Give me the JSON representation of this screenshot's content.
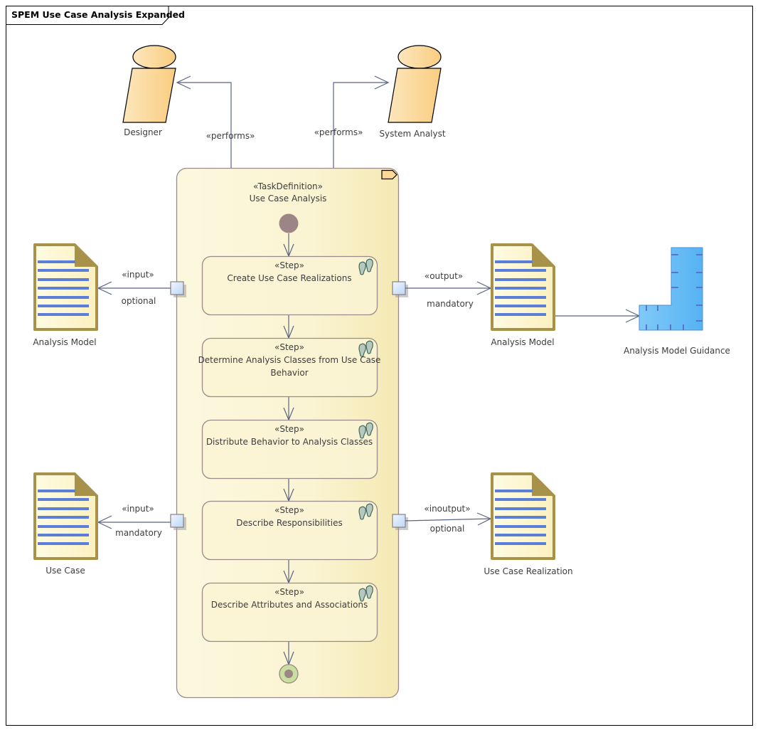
{
  "diagram": {
    "title": "SPEM Use Case Analysis Expanded"
  },
  "roles": [
    {
      "name": "Designer",
      "connector_label": "«performs»"
    },
    {
      "name": "System Analyst",
      "connector_label": "«performs»"
    }
  ],
  "task": {
    "stereotype": "«TaskDefinition»",
    "name": "Use Case Analysis",
    "steps": [
      {
        "stereotype": "«Step»",
        "lines": [
          "Create Use Case Realizations"
        ]
      },
      {
        "stereotype": "«Step»",
        "lines": [
          "Determine Analysis Classes from Use Case",
          "Behavior"
        ]
      },
      {
        "stereotype": "«Step»",
        "lines": [
          "Distribute Behavior to Analysis Classes"
        ]
      },
      {
        "stereotype": "«Step»",
        "lines": [
          "Describe Responsibilities"
        ]
      },
      {
        "stereotype": "«Step»",
        "lines": [
          "Describe Attributes and Associations"
        ]
      }
    ]
  },
  "work_products": [
    {
      "name": "Analysis Model",
      "kind": "input",
      "stereotype": "«input»",
      "multiplicity": "optional"
    },
    {
      "name": "Use Case",
      "kind": "input",
      "stereotype": "«input»",
      "multiplicity": "mandatory"
    },
    {
      "name": "Analysis Model",
      "kind": "output",
      "stereotype": "«output»",
      "multiplicity": "mandatory"
    },
    {
      "name": "Use Case Realization",
      "kind": "inoutput",
      "stereotype": "«inoutput»",
      "multiplicity": "optional"
    }
  ],
  "guidance": {
    "name": "Analysis Model Guidance"
  },
  "colors": {
    "role_fill_light": "#fde3b3",
    "role_fill_dark": "#f9cf86",
    "task_fill": "#fbf6d9",
    "task_border": "#9a8b8a",
    "doc_border": "#a8924a",
    "doc_line": "#5b7fd6",
    "guidance_fill": "#69bdf5",
    "connector": "#5a6484",
    "initial_node": "#9b8585",
    "final_ring": "#c8dfa0"
  }
}
